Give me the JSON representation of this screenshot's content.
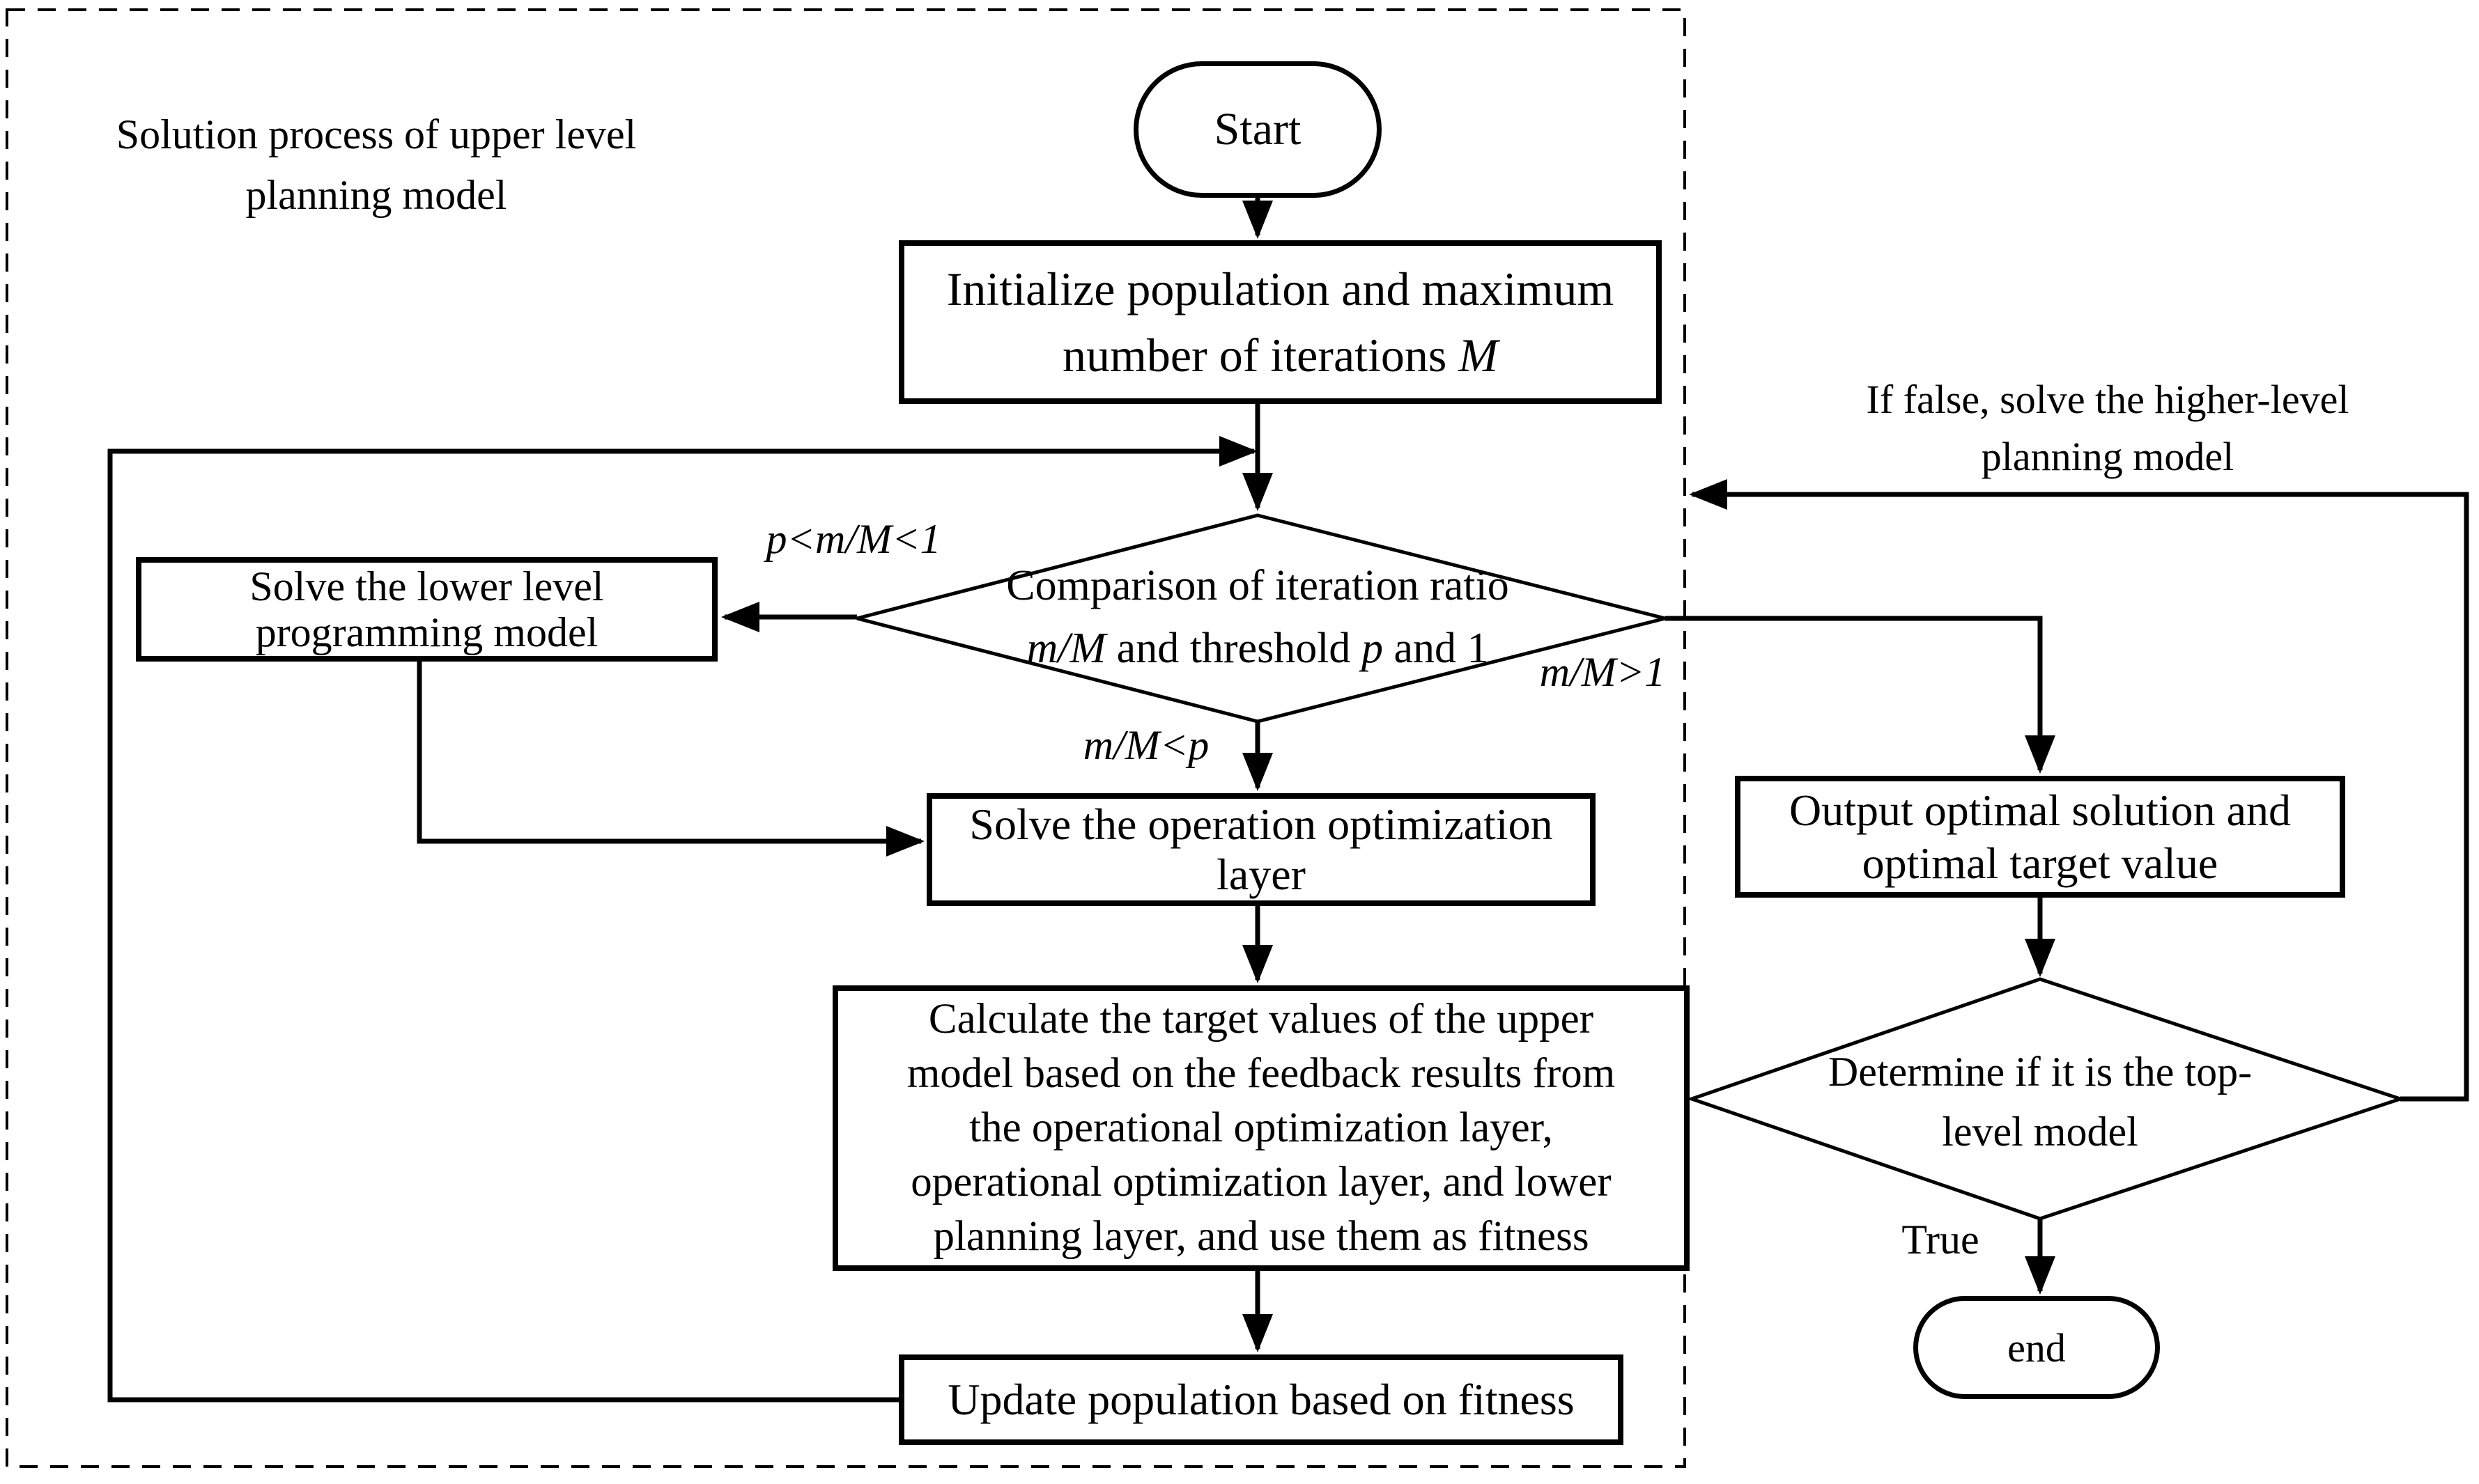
{
  "palette": {
    "ink": "#000000",
    "paper": "#ffffff"
  },
  "boundary": {
    "title_line1": "Solution process of upper level",
    "title_line2": "planning model"
  },
  "nodes": {
    "start": {
      "label": "Start"
    },
    "init": {
      "line1": "Initialize population and maximum",
      "line2_pre": "number of iterations ",
      "line2_var": "M"
    },
    "compare": {
      "line1": "Comparison of iteration ratio",
      "line2_var1": "m/M",
      "line2_mid": " and threshold ",
      "line2_var2": "p",
      "line2_end": " and 1"
    },
    "lower": {
      "line1": "Solve the lower level",
      "line2": "programming model"
    },
    "operation": {
      "line1": "Solve the operation optimization",
      "line2": "layer"
    },
    "calculate": {
      "lines": [
        "Calculate the target values of the upper",
        "model based on the feedback results from",
        "the operational optimization layer,",
        "operational optimization layer, and lower",
        "planning layer, and use them as fitness"
      ]
    },
    "update": {
      "label": "Update population based on fitness"
    },
    "output": {
      "line1": "Output optimal solution and",
      "line2": "optimal target value"
    },
    "top_level": {
      "line1": "Determine if it is the top-",
      "line2": "level model"
    },
    "end": {
      "label": "end"
    }
  },
  "edge_labels": {
    "left_branch": "p<m/M<1",
    "down_branch": "m/M<p",
    "right_branch": "m/M>1",
    "true_branch": "True",
    "if_false_line1": "If false, solve the higher-level",
    "if_false_line2": "planning model"
  }
}
